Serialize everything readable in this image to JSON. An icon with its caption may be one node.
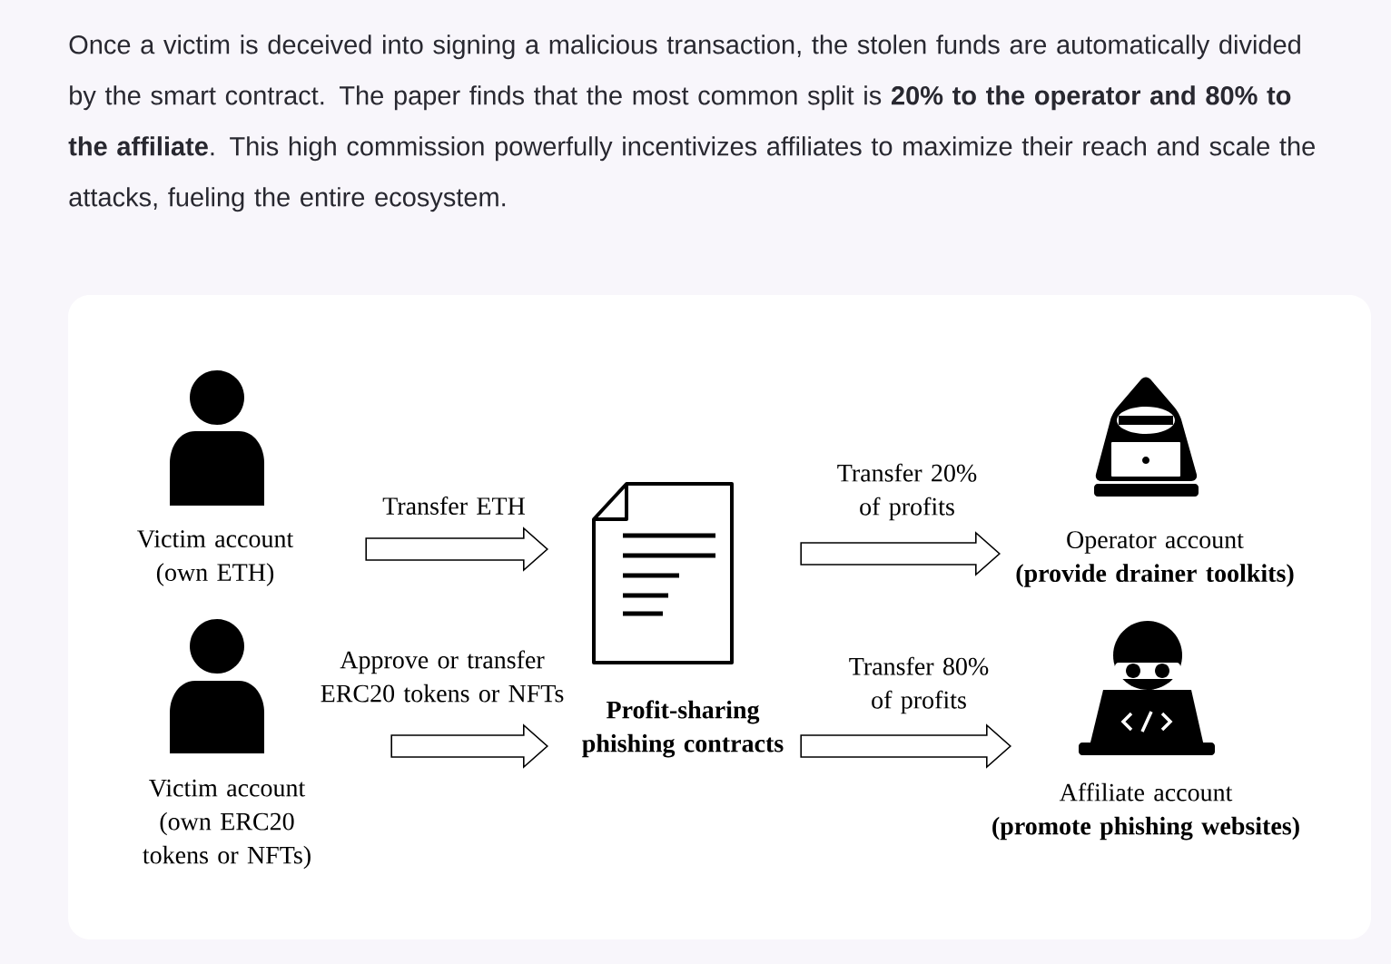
{
  "diagram": {
    "nodes": [
      {
        "text": [
          "Victim account (own ETH)"
        ]
      },
      {
        "text": [
          "Victim account (own ERC20 tokens or NFTs)"
        ]
      },
      {
        "text": [
          "Profit-sharing phishing contracts"
        ]
      },
      {
        "text": [
          "Operator account",
          "(provide drainer toolkits)"
        ]
      },
      {
        "text": [
          "Affiliate account",
          "(promote phishing websites)"
        ]
      }
    ],
    "edges": [
      {
        "from": 0,
        "to": 2,
        "arrow": "to",
        "label": "Transfer ETH"
      },
      {
        "from": 1,
        "to": 2,
        "arrow": "to",
        "label": "Approve or transfer ERC20 tokens or NFTs"
      },
      {
        "from": 2,
        "to": 3,
        "arrow": "to",
        "label": "Transfer 20% of profits"
      },
      {
        "from": 2,
        "to": 4,
        "arrow": "to",
        "label": "Transfer 80% of profits"
      }
    ],
    "labels": [
      "Once a victim is deceived into signing a malicious transaction, the stolen funds are automatically divided by the smart contract. The paper finds that the most common split is **20% to the operator and 80% to the affiliate**. This high commission powerfully incentivizes affiliates to maximize their reach and scale the attacks, fueling the entire ecosystem."
    ]
  }
}
